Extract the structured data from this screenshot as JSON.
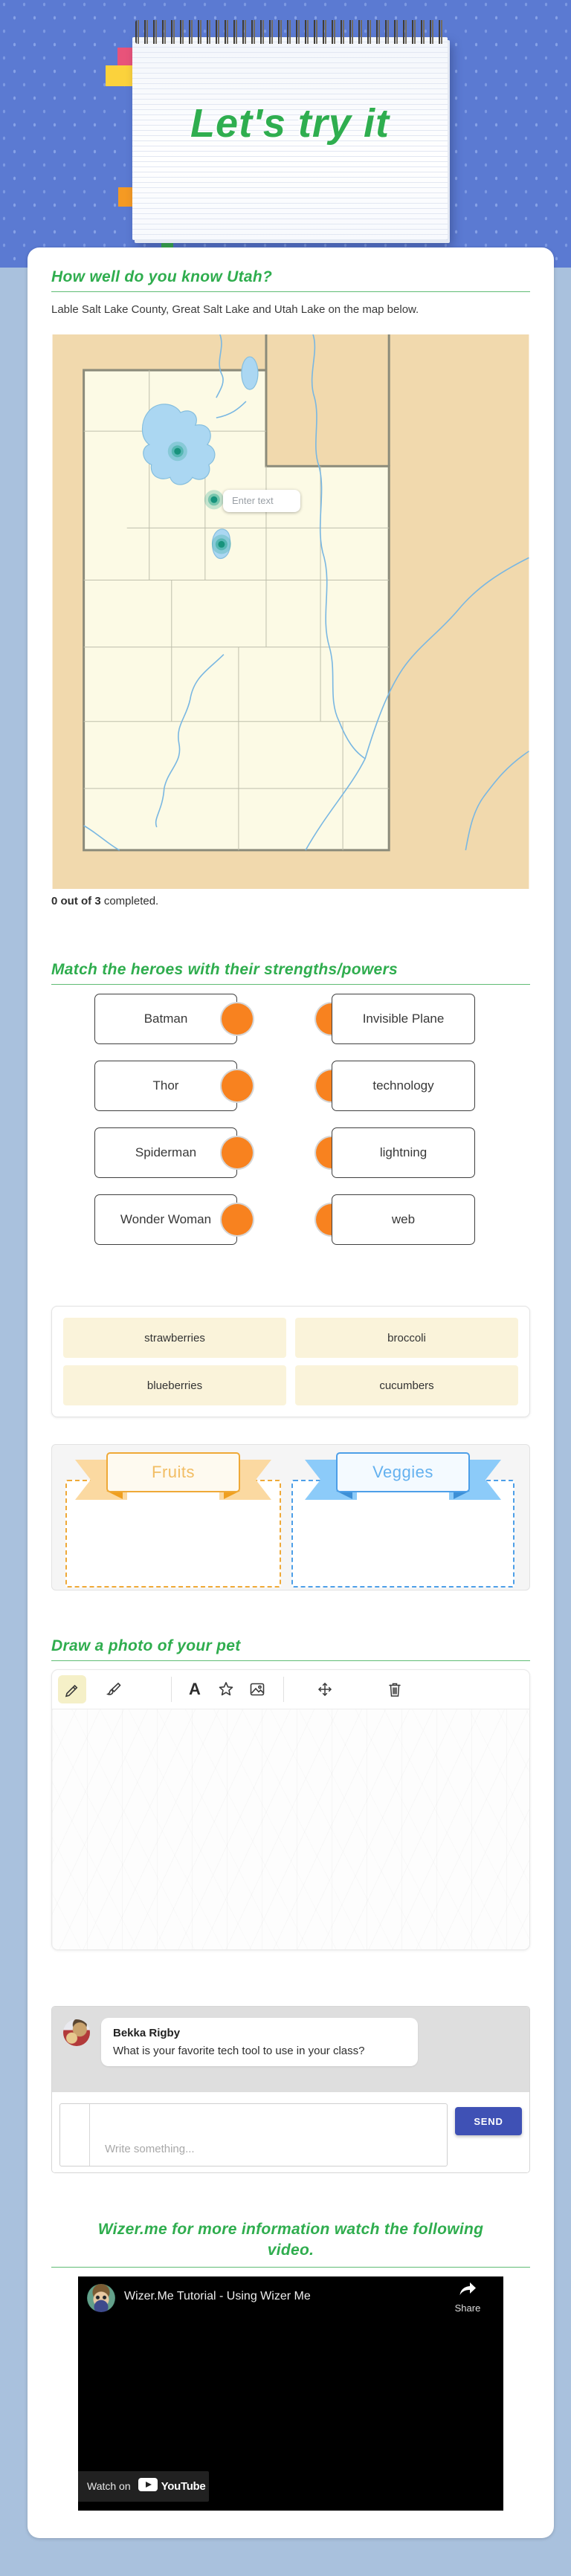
{
  "header": {
    "title": "Let's try it"
  },
  "utah": {
    "title": "How well do you know Utah?",
    "instruction": "Lable Salt Lake County, Great Salt Lake and Utah Lake on the map below.",
    "map_placeholder": "Enter text",
    "progress_bold": "0 out of 3",
    "progress_rest": " completed."
  },
  "matching": {
    "title": "Match the heroes with their strengths/powers",
    "left": [
      "Batman",
      "Thor",
      "Spiderman",
      "Wonder Woman"
    ],
    "right": [
      "Invisible Plane",
      "technology",
      "lightning",
      "web"
    ]
  },
  "sorting": {
    "tiles": [
      "strawberries",
      "broccoli",
      "blueberries",
      "cucumbers"
    ],
    "categories": [
      {
        "label": "Fruits",
        "color": "#efa937"
      },
      {
        "label": "Veggies",
        "color": "#4d9fe8"
      }
    ]
  },
  "drawing": {
    "title": "Draw a photo of your pet",
    "text_tool_glyph": "A",
    "tools": [
      "pencil",
      "brush",
      "color-wheel",
      "text",
      "star",
      "image",
      "move",
      "trash"
    ]
  },
  "discussion": {
    "author": "Bekka Rigby",
    "question": "What is your favorite tech tool to use in your class?",
    "input_placeholder": "Write something...",
    "send_label": "SEND"
  },
  "video": {
    "section_title": "Wizer.me  for more information watch the following video.",
    "title": "Wizer.Me Tutorial - Using Wizer Me",
    "share_label": "Share",
    "watch_on_label": "Watch on",
    "brand": "YouTube"
  },
  "colors": {
    "accent_green": "#2fad4e",
    "hero_blue": "#5b7ad2",
    "page_background": "#a9c1dd",
    "match_dot_orange": "#f8821f",
    "send_indigo": "#3f51b5",
    "marker_teal": "#17937c"
  }
}
